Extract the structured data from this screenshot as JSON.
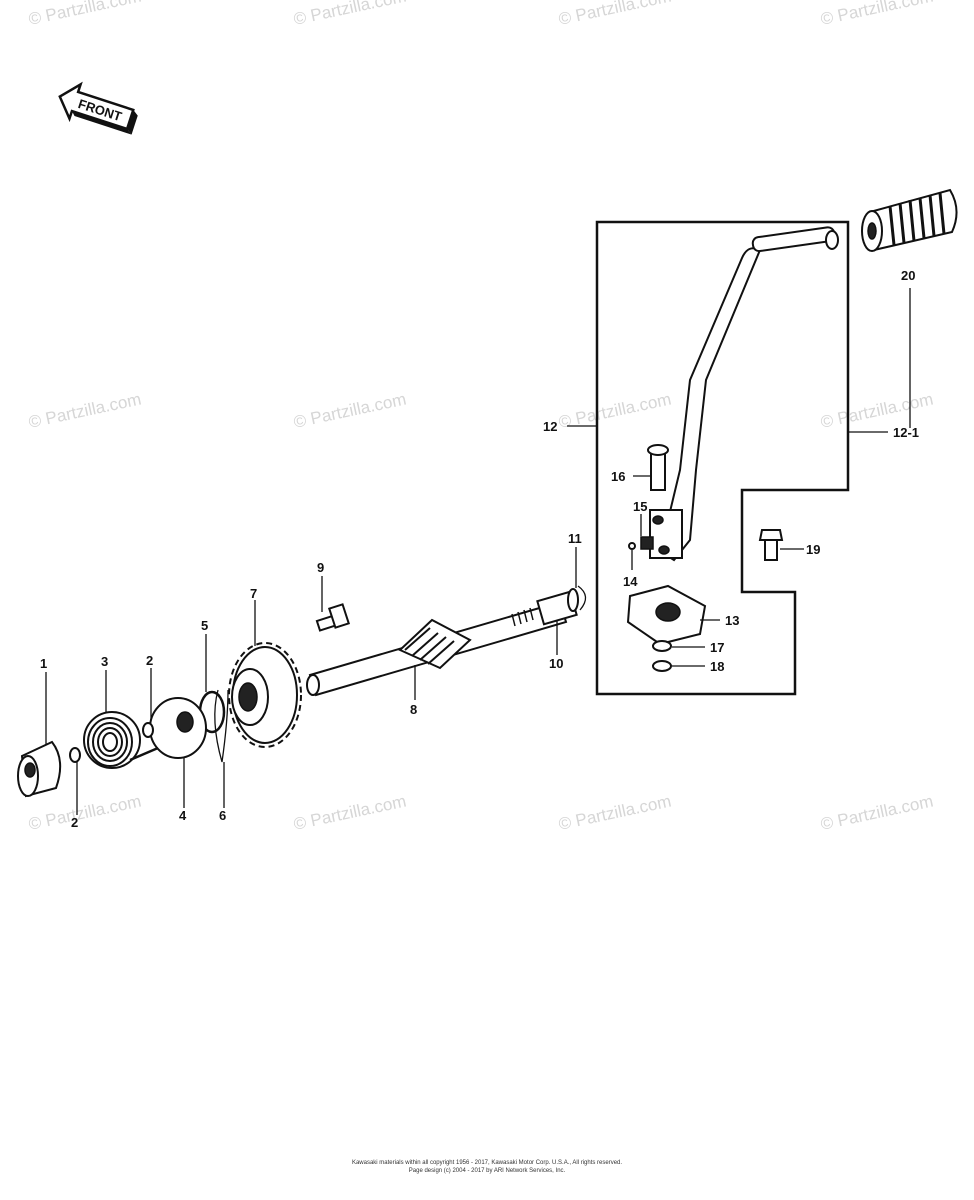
{
  "watermark": "© Partzilla.com",
  "front_label": "FRONT",
  "callouts": {
    "p1": "1",
    "p2a": "2",
    "p2b": "2",
    "p3": "3",
    "p4": "4",
    "p5": "5",
    "p6": "6",
    "p7": "7",
    "p8": "8",
    "p9": "9",
    "p10": "10",
    "p11": "11",
    "p12": "12",
    "p12_1": "12-1",
    "p13": "13",
    "p14": "14",
    "p15": "15",
    "p16": "16",
    "p17": "17",
    "p18": "18",
    "p19": "19",
    "p20": "20"
  },
  "footer": {
    "line1": "Kawasaki materials within all copyright 1956 - 2017, Kawasaki Motor Corp. U.S.A., All rights reserved.",
    "line2": "Page design (c) 2004 - 2017 by ARI Network Services, Inc."
  }
}
